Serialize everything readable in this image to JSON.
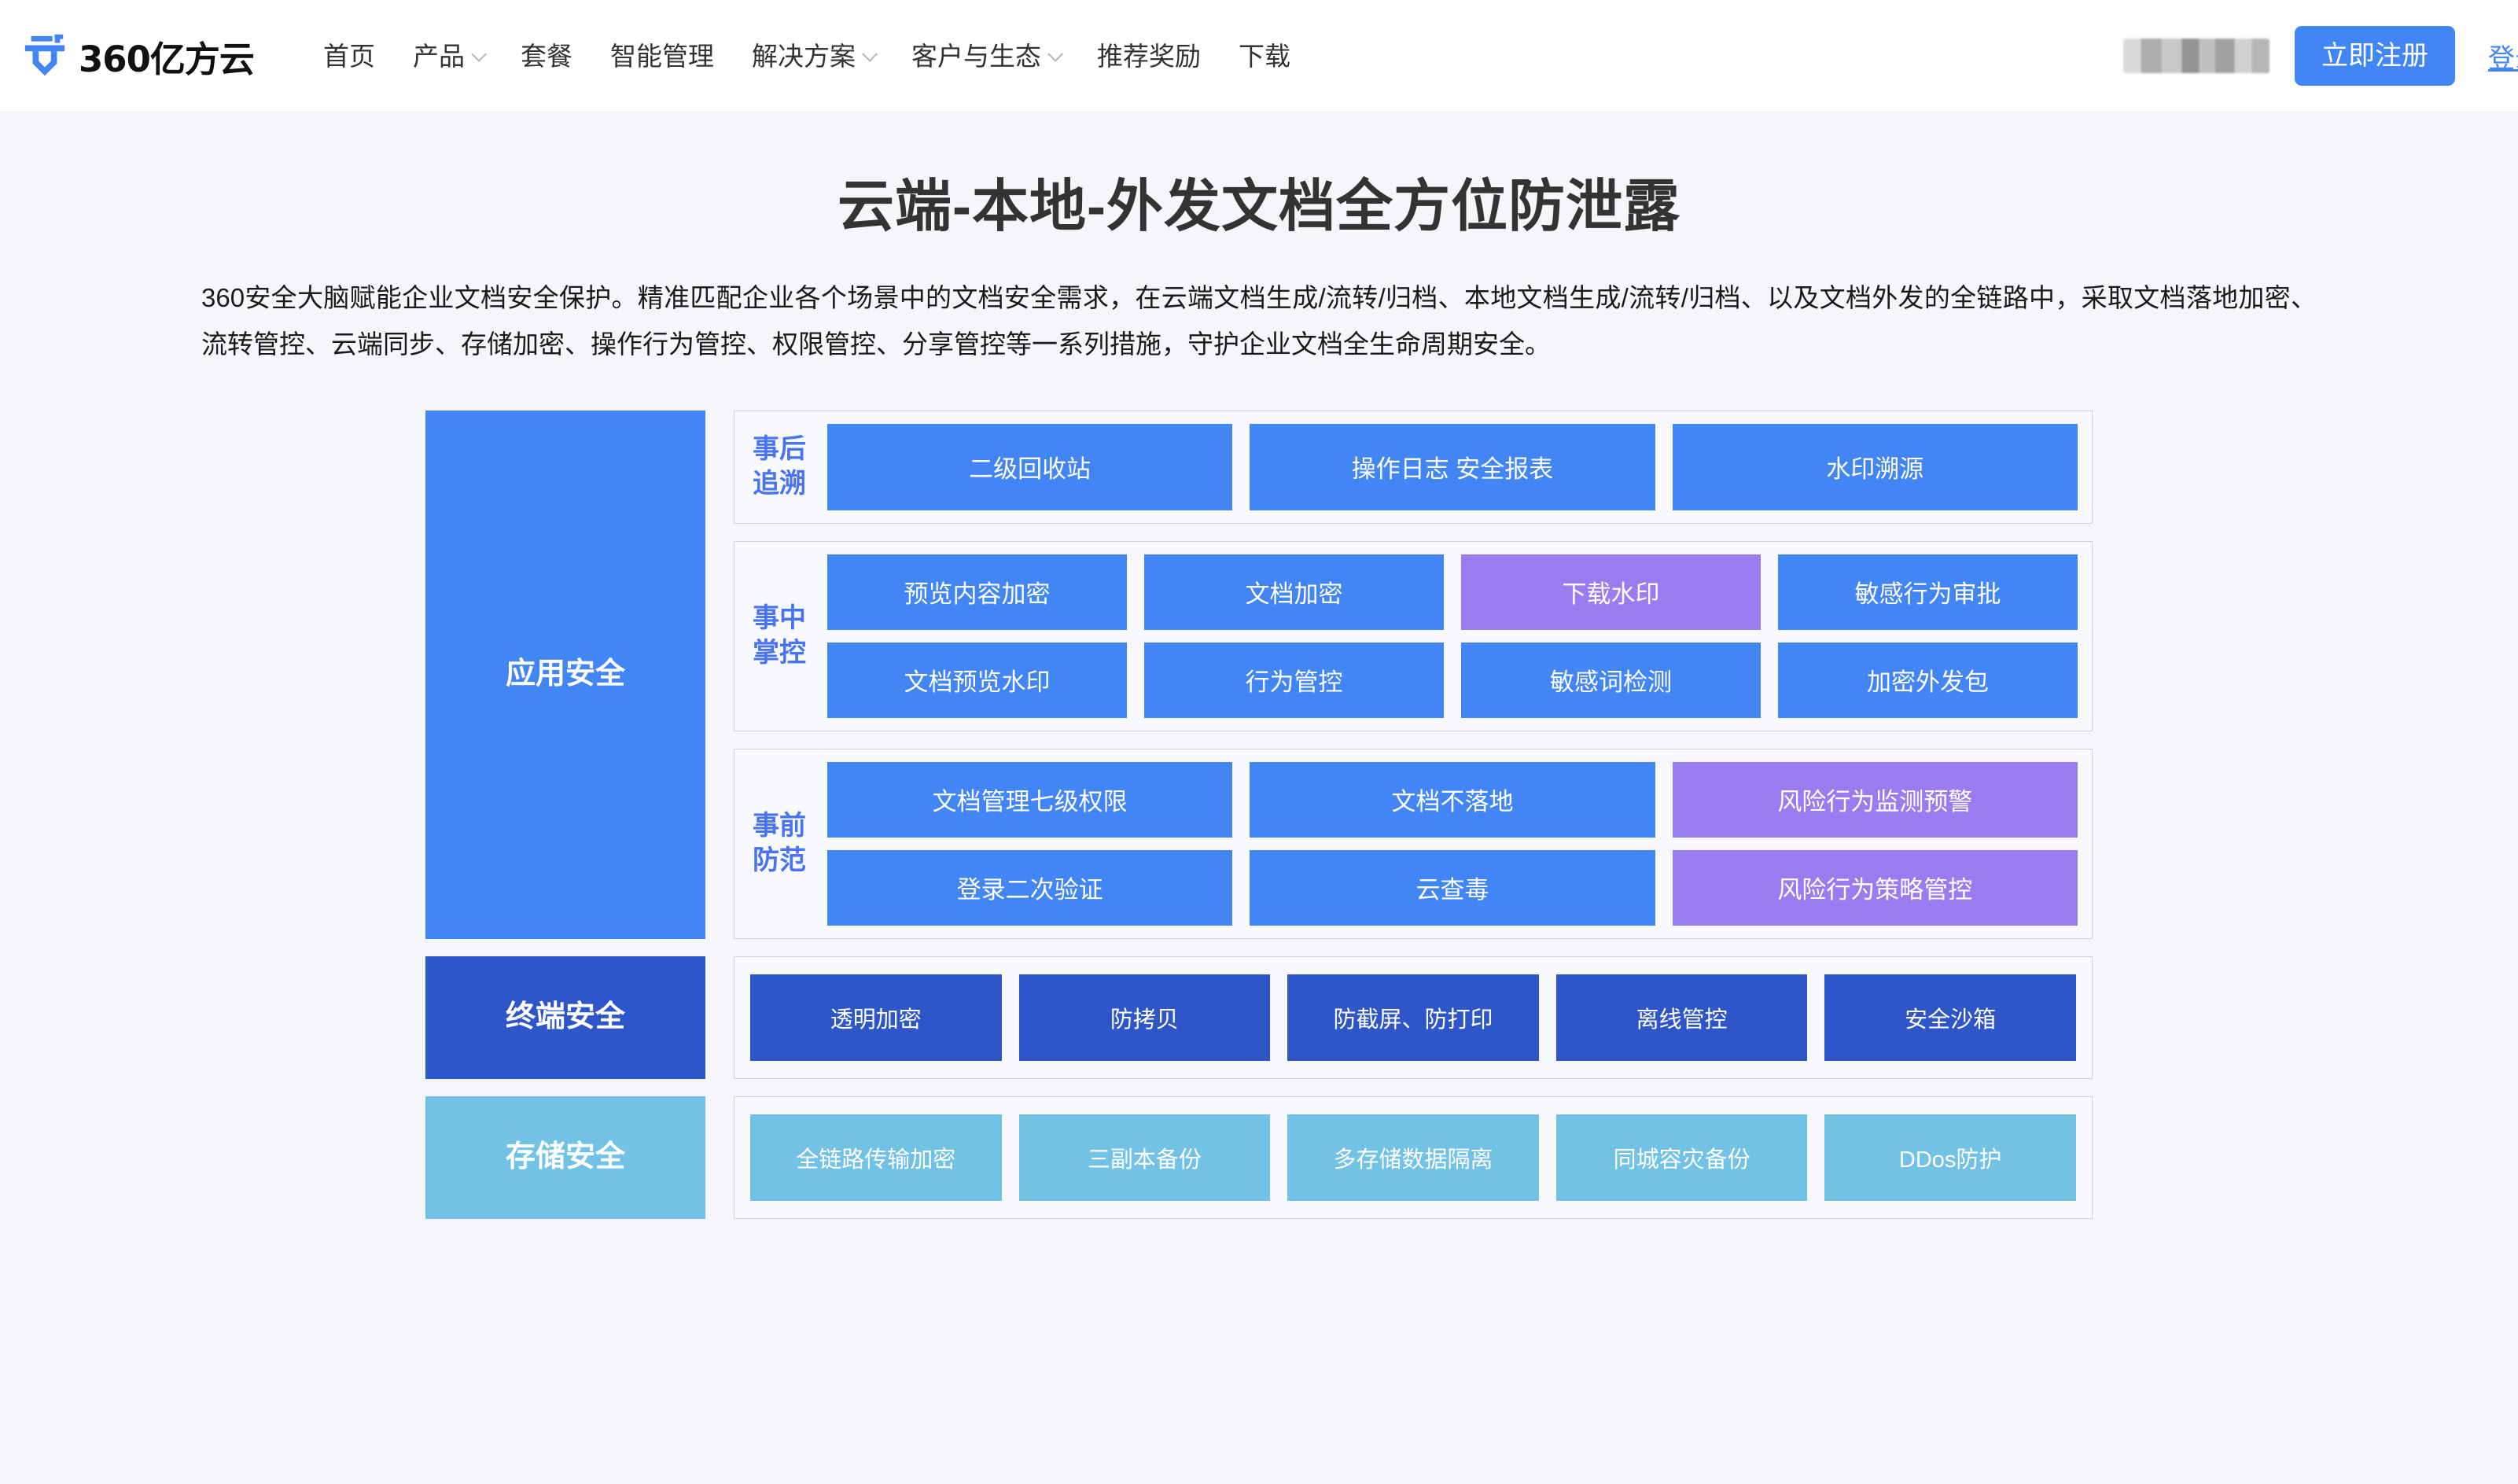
{
  "header": {
    "logo_text": "360亿方云",
    "nav": [
      {
        "label": "首页",
        "has_caret": false
      },
      {
        "label": "产品",
        "has_caret": true
      },
      {
        "label": "套餐",
        "has_caret": false
      },
      {
        "label": "智能管理",
        "has_caret": false
      },
      {
        "label": "解决方案",
        "has_caret": true
      },
      {
        "label": "客户与生态",
        "has_caret": true
      },
      {
        "label": "推荐奖励",
        "has_caret": false
      },
      {
        "label": "下载",
        "has_caret": false
      }
    ],
    "register_label": "立即注册",
    "login_label": "登录",
    "accent_color": "#4285f4"
  },
  "hero": {
    "title": "云端-本地-外发文档全方位防泄露",
    "description": "360安全大脑赋能企业文档安全保护。精准匹配企业各个场景中的文档安全需求，在云端文档生成/流转/归档、本地文档生成/流转/归档、以及文档外发的全链路中，采取文档落地加密、流转管控、云端同步、存储加密、操作行为管控、权限管控、分享管控等一系列措施，守护企业文档全生命周期安全。"
  },
  "diagram": {
    "colors": {
      "blue": "#4285f4",
      "purple": "#9b7bf0",
      "dark_blue": "#2f56c8",
      "light_blue": "#72c2e6",
      "panel_bg": "#f7f9fc",
      "panel_border": "#cfd3d9"
    },
    "bands": [
      {
        "label": "应用\n安全",
        "label_style": "app",
        "panels": [
          {
            "label": "事后\n追溯",
            "rows": [
              [
                {
                  "text": "二级回收站",
                  "color": "blue"
                },
                {
                  "text": "操作日志  安全报表",
                  "color": "blue"
                },
                {
                  "text": "水印溯源",
                  "color": "blue"
                }
              ]
            ]
          },
          {
            "label": "事中\n掌控",
            "rows": [
              [
                {
                  "text": "预览内容加密",
                  "color": "blue"
                },
                {
                  "text": "文档加密",
                  "color": "blue"
                },
                {
                  "text": "下载水印",
                  "color": "purple"
                },
                {
                  "text": "敏感行为审批",
                  "color": "blue"
                }
              ],
              [
                {
                  "text": "文档预览水印",
                  "color": "blue"
                },
                {
                  "text": "行为管控",
                  "color": "blue"
                },
                {
                  "text": "敏感词检测",
                  "color": "blue"
                },
                {
                  "text": "加密外发包",
                  "color": "blue"
                }
              ]
            ]
          },
          {
            "label": "事前\n防范",
            "rows": [
              [
                {
                  "text": "文档管理七级权限",
                  "color": "blue"
                },
                {
                  "text": "文档不落地",
                  "color": "blue"
                },
                {
                  "text": "风险行为监测预警",
                  "color": "purple"
                }
              ],
              [
                {
                  "text": "登录二次验证",
                  "color": "blue"
                },
                {
                  "text": "云查毒",
                  "color": "blue"
                },
                {
                  "text": "风险行为策略管控",
                  "color": "purple"
                }
              ]
            ]
          }
        ]
      },
      {
        "label": "终端安全",
        "label_style": "terminal",
        "panels": [
          {
            "label": "",
            "rows": [
              [
                {
                  "text": "透明加密",
                  "color": "dark"
                },
                {
                  "text": "防拷贝",
                  "color": "dark"
                },
                {
                  "text": "防截屏、防打印",
                  "color": "dark"
                },
                {
                  "text": "离线管控",
                  "color": "dark"
                },
                {
                  "text": "安全沙箱",
                  "color": "dark"
                }
              ]
            ]
          }
        ]
      },
      {
        "label": "存储安全",
        "label_style": "storage",
        "panels": [
          {
            "label": "",
            "rows": [
              [
                {
                  "text": "全链路传输加密",
                  "color": "light"
                },
                {
                  "text": "三副本备份",
                  "color": "light"
                },
                {
                  "text": "多存储数据隔离",
                  "color": "light"
                },
                {
                  "text": "同城容灾备份",
                  "color": "light"
                },
                {
                  "text": "DDos防护",
                  "color": "light"
                }
              ]
            ]
          }
        ]
      }
    ]
  }
}
